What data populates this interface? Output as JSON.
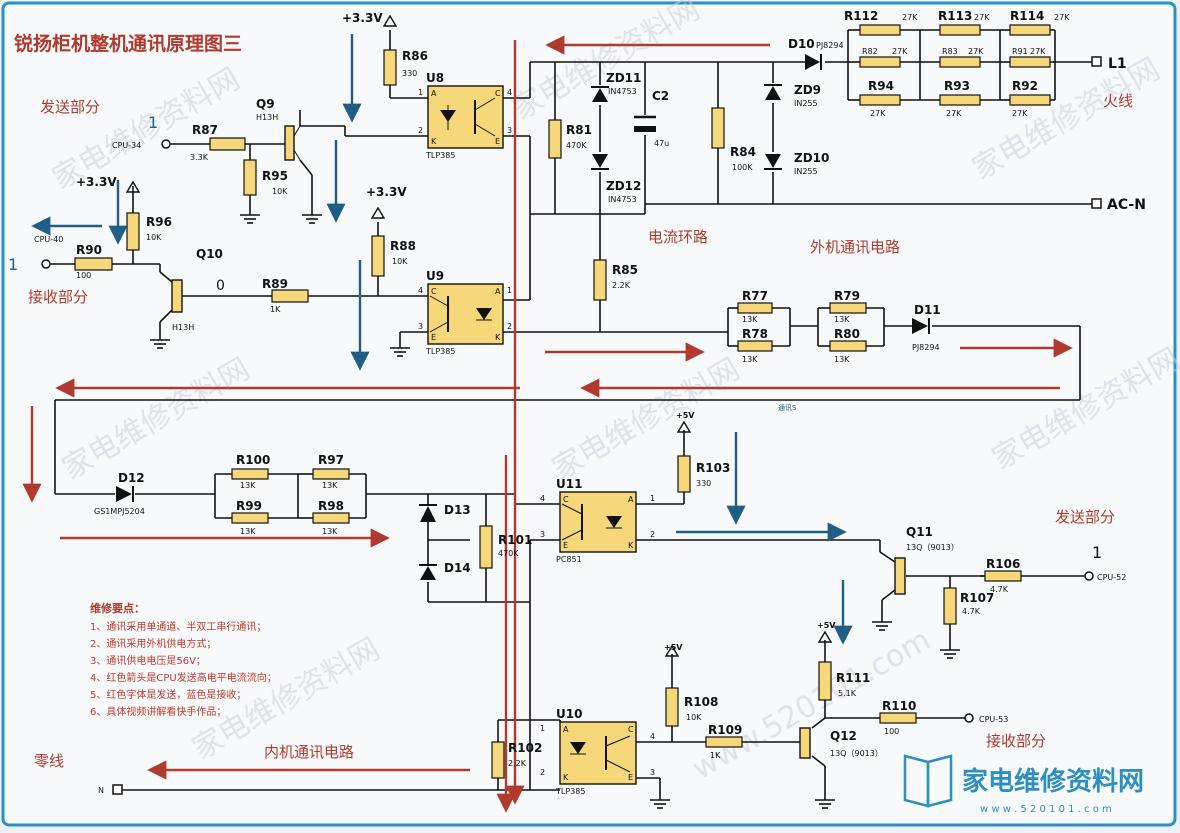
{
  "title": "锐扬柜机整机通讯原理图三",
  "section_labels": {
    "send_top_left": "发送部分",
    "receive_left": "接收部分",
    "send_right": "发送部分",
    "receive_bottom_right": "接收部分",
    "current_loop": "电流环路",
    "outdoor_comm": "外机通讯电路",
    "indoor_comm": "内机通讯电路",
    "live_line": "火线",
    "neutral_line": "零线"
  },
  "logic_levels": {
    "cpu34": "1",
    "cpu40": "1",
    "q10_base": "0",
    "cpu52": "1"
  },
  "nets": {
    "vcc33_a": "+3.3V",
    "vcc33_b": "+3.3V",
    "vcc33_c": "+3.3V",
    "vcc5_a": "+5V",
    "vcc5_b": "+5V",
    "vcc5_c": "+5V",
    "cpu34": "CPU-34",
    "cpu40": "CPU-40",
    "cpu52": "CPU-52",
    "cpu53": "CPU-53",
    "l1": "L1",
    "acn": "AC-N",
    "n": "N",
    "comm_s": "通讯S"
  },
  "components": {
    "r86": {
      "name": "R86",
      "value": "330"
    },
    "r87": {
      "name": "R87",
      "value": "3.3K"
    },
    "r95": {
      "name": "R95",
      "value": "10K"
    },
    "r96": {
      "name": "R96",
      "value": "10K"
    },
    "r90": {
      "name": "R90",
      "value": "100"
    },
    "r88": {
      "name": "R88",
      "value": "10K"
    },
    "r89": {
      "name": "R89",
      "value": "1K"
    },
    "q9": {
      "name": "Q9",
      "value": "H13H"
    },
    "q10": {
      "name": "Q10",
      "value": "H13H"
    },
    "u8": {
      "name": "U8",
      "value": "TLP385"
    },
    "u9": {
      "name": "U9",
      "value": "TLP385"
    },
    "r81": {
      "name": "R81",
      "value": "470K"
    },
    "zd11": {
      "name": "ZD11",
      "value": "IN4753"
    },
    "zd12": {
      "name": "ZD12",
      "value": "IN4753"
    },
    "c2": {
      "name": "C2",
      "value": "47u"
    },
    "r84": {
      "name": "R84",
      "value": "100K"
    },
    "zd9": {
      "name": "ZD9",
      "value": "IN255"
    },
    "zd10": {
      "name": "ZD10",
      "value": "IN255"
    },
    "d10": {
      "name": "D10",
      "value": "PJ8294"
    },
    "r85": {
      "name": "R85",
      "value": "2.2K"
    },
    "r112": {
      "name": "R112",
      "value": "27K"
    },
    "r113": {
      "name": "R113",
      "value": "27K"
    },
    "r114": {
      "name": "R114",
      "value": "27K"
    },
    "r82": {
      "name": "R82",
      "value": "27K"
    },
    "r83": {
      "name": "R83",
      "value": "27K"
    },
    "r91": {
      "name": "R91",
      "value": "27K"
    },
    "r94": {
      "name": "R94",
      "value": "27K"
    },
    "r93": {
      "name": "R93",
      "value": "27K"
    },
    "r92": {
      "name": "R92",
      "value": "27K"
    },
    "r77": {
      "name": "R77",
      "value": "13K"
    },
    "r78": {
      "name": "R78",
      "value": "13K"
    },
    "r79": {
      "name": "R79",
      "value": "13K"
    },
    "r80": {
      "name": "R80",
      "value": "13K"
    },
    "d11": {
      "name": "D11",
      "value": "PJ8294"
    },
    "d12": {
      "name": "D12",
      "value": "GS1MPJ5204"
    },
    "r100": {
      "name": "R100",
      "value": "13K"
    },
    "r97": {
      "name": "R97",
      "value": "13K"
    },
    "r99": {
      "name": "R99",
      "value": "13K"
    },
    "r98": {
      "name": "R98",
      "value": "13K"
    },
    "d13": {
      "name": "D13",
      "value": ""
    },
    "d14": {
      "name": "D14",
      "value": ""
    },
    "r101": {
      "name": "R101",
      "value": "470K"
    },
    "u11": {
      "name": "U11",
      "value": "PC851"
    },
    "r103": {
      "name": "R103",
      "value": "330"
    },
    "q11": {
      "name": "Q11",
      "value": "13Q（9013）"
    },
    "r106": {
      "name": "R106",
      "value": "4.7K"
    },
    "r107": {
      "name": "R107",
      "value": "4.7K"
    },
    "r111": {
      "name": "R111",
      "value": "5.1K"
    },
    "r110": {
      "name": "R110",
      "value": "100"
    },
    "q12": {
      "name": "Q12",
      "value": "13Q（9013）"
    },
    "r108": {
      "name": "R108",
      "value": "10K"
    },
    "r109": {
      "name": "R109",
      "value": "1K"
    },
    "u10": {
      "name": "U10",
      "value": "TLP385"
    },
    "r102": {
      "name": "R102",
      "value": "2.2K"
    }
  },
  "pins": {
    "one": "1",
    "two": "2",
    "three": "3",
    "four": "4",
    "A": "A",
    "K": "K",
    "C": "C",
    "E": "E"
  },
  "maintenance": {
    "title": "维修要点：",
    "items": [
      "1、通讯采用单通道、半双工串行通讯；",
      "2、通讯采用外机供电方式；",
      "3、通讯供电电压是56V；",
      "4、红色箭头是CPU发送高电平电流流向；",
      "5、红色字体是发送，蓝色是接收；",
      "6、具体视频讲解看快手作品；"
    ]
  },
  "logo": {
    "text": "家电维修资料网",
    "url": "w w w . 5 2 0 1 0 1 . c o m"
  },
  "colors": {
    "frame": "#2d8fc4",
    "red": "#b03a2e",
    "blue": "#1f5f86",
    "part": "#f6d77a"
  }
}
